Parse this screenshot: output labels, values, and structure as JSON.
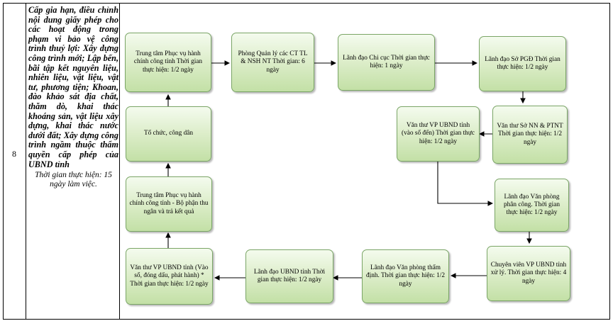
{
  "row": {
    "number": "8",
    "title": "Cấp gia hạn, điều chỉnh nội dung giấy phép cho các hoạt động trong phạm vi bảo vệ công trình thuỷ lợi: Xây dựng công trình mới; Lập bến, bãi tập kết nguyên liệu, nhiên liệu, vật liệu, vật tư, phương tiện; Khoan, đào khảo sát địa chất, thăm dò, khai thác khoáng sản, vật liệu xây dựng, khai thác nước dưới đất; Xây dựng công trình ngầm thuộc thẩm quyền cấp phép của UBND tỉnh",
    "time": "Thời gian thực hiện: 15 ngày làm việc."
  },
  "flow": {
    "steps": {
      "s1": "Tổ chức, công dân",
      "s2": "Trung tâm Phục vụ hành chính công tỉnh Thời gian thực hiện: 1/2 ngày",
      "s3": "Phòng Quản lý các CT TL & NSH NT Thời gian: 6 ngày",
      "s4": "Lãnh đạo Chi cục Thời gian thực hiện: 1 ngày",
      "s5": "Lãnh đạo Sở PGĐ Thời gian thực hiện: 1/2 ngày",
      "s6": "Văn thư Sở NN & PTNT Thời gian thực hiện: 1/2 ngày",
      "s7": "Văn thư VP UBND tỉnh (vào sổ đến) Thời gian thực hiện: 1/2 ngày",
      "s8": "Lãnh đạo Văn phòng phân công. Thời gian thực hiện: 1/2 ngày",
      "s9": "Chuyên viên VP UBND tỉnh xử lý. Thời gian thực hiện: 4 ngày",
      "s10": "Lãnh đạo Văn phòng thẩm định. Thời gian thực hiện: 1/2 ngày",
      "s11": "Lãnh đạo UBND tỉnh Thời gian thực hiện: 1/2 ngày",
      "s12": "Văn thư VP UBND tỉnh (Vào sổ, đóng dấu, phát hành) * Thời gian thực hiện: 1/2 ngày",
      "s13": "Trung tâm Phục vụ hành chính công tỉnh - Bộ phận thu ngân và trả kết quả"
    }
  }
}
